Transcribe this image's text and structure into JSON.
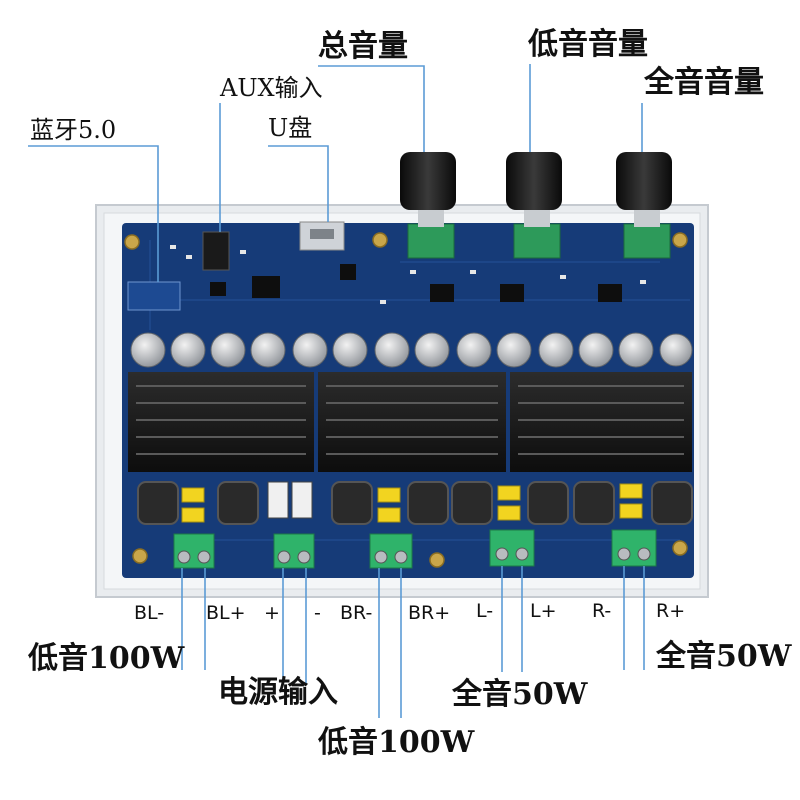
{
  "labels": {
    "total_volume": "总音量",
    "bass_volume": "低音音量",
    "full_volume": "全音音量",
    "aux_input": "AUX输入",
    "usb_disk": "U盘",
    "bluetooth": "蓝牙5.0"
  },
  "terminals": {
    "bl_minus": "BL-",
    "bl_plus": "BL+",
    "plus": "+",
    "minus": "-",
    "br_minus": "BR-",
    "br_plus": "BR+",
    "l_minus": "L-",
    "l_plus": "L+",
    "r_minus": "R-",
    "r_plus": "R+"
  },
  "bottom_labels": {
    "bass_left": "低音100W",
    "power_input": "电源输入",
    "bass_right": "低音100W",
    "full_left": "全音50W",
    "full_right": "全音50W"
  },
  "colors": {
    "pcb": "#163b78",
    "heatsink": "#1a1a1a",
    "terminal_green": "#2fb36a",
    "leader_line": "#5b9bd5"
  }
}
